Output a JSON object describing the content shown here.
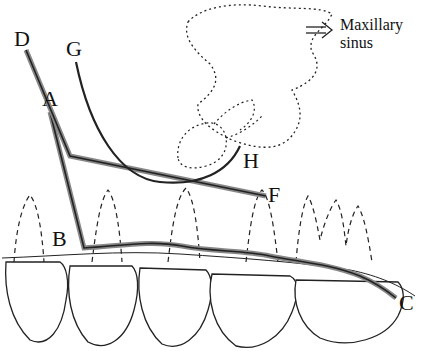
{
  "diagram": {
    "labels": [
      "D",
      "A",
      "G",
      "H",
      "F",
      "B",
      "C",
      "Maxillary sinus"
    ]
  }
}
